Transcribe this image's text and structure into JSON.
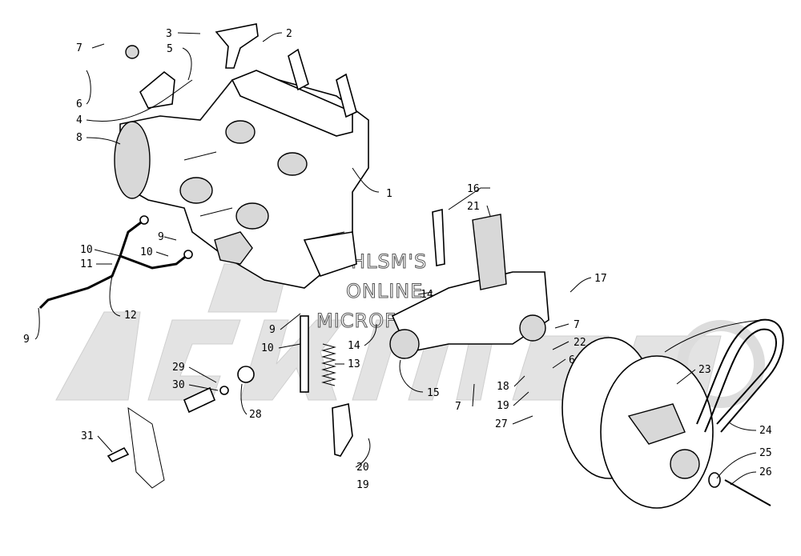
{
  "watermark": {
    "line1": "HLSM'S",
    "line2": "ONLINE",
    "line3": "MICROFICHE",
    "logo_color": "#e3e3e3"
  },
  "callouts": {
    "c1": "1",
    "c2": "2",
    "c3": "3",
    "c4": "4",
    "c5": "5",
    "c6a": "6",
    "c6b": "6",
    "c7a": "7",
    "c7b": "7",
    "c7c": "7",
    "c8": "8",
    "c9a": "9",
    "c9b": "9",
    "c9c": "9",
    "c10a": "10",
    "c10b": "10",
    "c10c": "10",
    "c11": "11",
    "c12": "12",
    "c13": "13",
    "c14a": "14",
    "c14b": "14",
    "c15": "15",
    "c16": "16",
    "c17": "17",
    "c18": "18",
    "c19a": "19",
    "c19b": "19",
    "c20": "20",
    "c21": "21",
    "c22": "22",
    "c23": "23",
    "c24": "24",
    "c25": "25",
    "c26": "26",
    "c27": "27",
    "c28": "28",
    "c29": "29",
    "c30": "30",
    "c31": "31"
  }
}
